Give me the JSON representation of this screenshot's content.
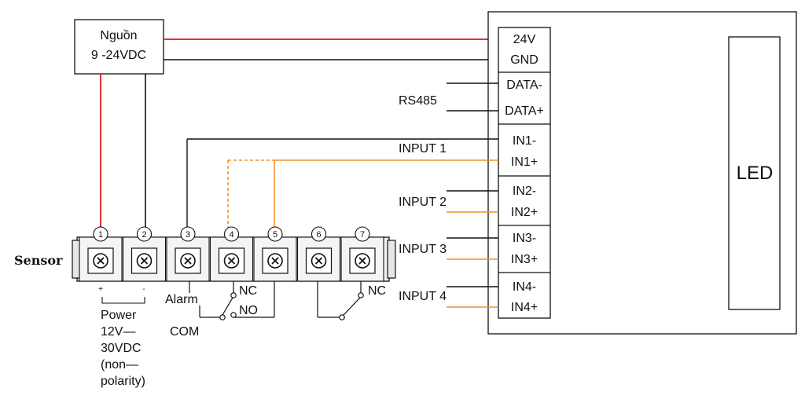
{
  "power_supply": {
    "line1": "Nguồn",
    "line2": "9 -24VDC"
  },
  "controller": {
    "pins": {
      "p24v": "24V",
      "gnd": "GND",
      "data_minus": "DATA-",
      "data_plus": "DATA+",
      "in1_minus": "IN1-",
      "in1_plus": "IN1+",
      "in2_minus": "IN2-",
      "in2_plus": "IN2+",
      "in3_minus": "IN3-",
      "in3_plus": "IN3+",
      "in4_minus": "IN4-",
      "in4_plus": "IN4+"
    },
    "led_label": "LED"
  },
  "labels": {
    "rs485": "RS485",
    "input1": "INPUT 1",
    "input2": "INPUT 2",
    "input3": "INPUT 3",
    "input4": "INPUT 4"
  },
  "sensor": {
    "label": "Sensor",
    "terminals": [
      "1",
      "2",
      "3",
      "4",
      "5",
      "6",
      "7"
    ],
    "plus": "+",
    "minus": "-",
    "alarm": "Alarm",
    "com": "COM",
    "nc": "NC",
    "no": "NO",
    "nc2": "NC",
    "power_lines": [
      "Power",
      "12V—",
      "30VDC",
      "(non—",
      "polarity)"
    ]
  },
  "colors": {
    "red_wire": "#e0323a",
    "orange_wire": "#f0922b",
    "black_wire": "#111111"
  }
}
